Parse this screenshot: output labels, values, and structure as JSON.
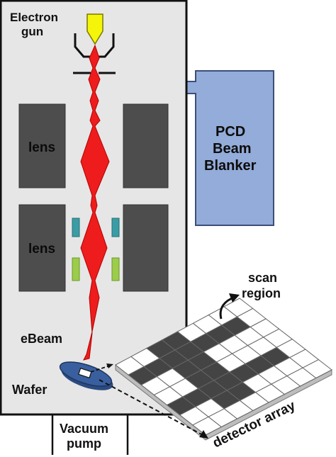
{
  "labels": {
    "electron_gun_1": "Electron",
    "electron_gun_2": "gun",
    "lens_upper": "lens",
    "lens_lower": "lens",
    "blanker_1": "PCD",
    "blanker_2": "Beam",
    "blanker_3": "Blanker",
    "ebeam": "eBeam",
    "wafer": "Wafer",
    "vacuum_1": "Vacuum",
    "vacuum_2": "pump",
    "scan_1": "scan",
    "scan_2": "region",
    "detector": "detector array"
  },
  "colors": {
    "column_fill": "#e6e6e6",
    "column_stroke": "#111111",
    "lens_fill": "#4d4d4d",
    "beam": "#ee1c1c",
    "gun": "#f5f50a",
    "blanker_fill": "#93acd9",
    "blanker_stroke": "#3c4f79",
    "deflector_teal": "#3a9da6",
    "deflector_green": "#9ccc4a",
    "wafer_fill": "#3a5f9f",
    "grid_dark": "#444444",
    "grid_light": "#ffffff"
  },
  "detector_pattern": [
    [
      0,
      0,
      1,
      1,
      0,
      0,
      0,
      0
    ],
    [
      1,
      1,
      1,
      1,
      1,
      1,
      1,
      0
    ],
    [
      0,
      0,
      1,
      1,
      0,
      0,
      0,
      0
    ],
    [
      0,
      0,
      1,
      1,
      0,
      0,
      0,
      0
    ],
    [
      1,
      1,
      1,
      1,
      1,
      1,
      1,
      0
    ],
    [
      0,
      0,
      1,
      1,
      0,
      0,
      0,
      0
    ],
    [
      0,
      0,
      0,
      0,
      0,
      0,
      0,
      0
    ]
  ]
}
